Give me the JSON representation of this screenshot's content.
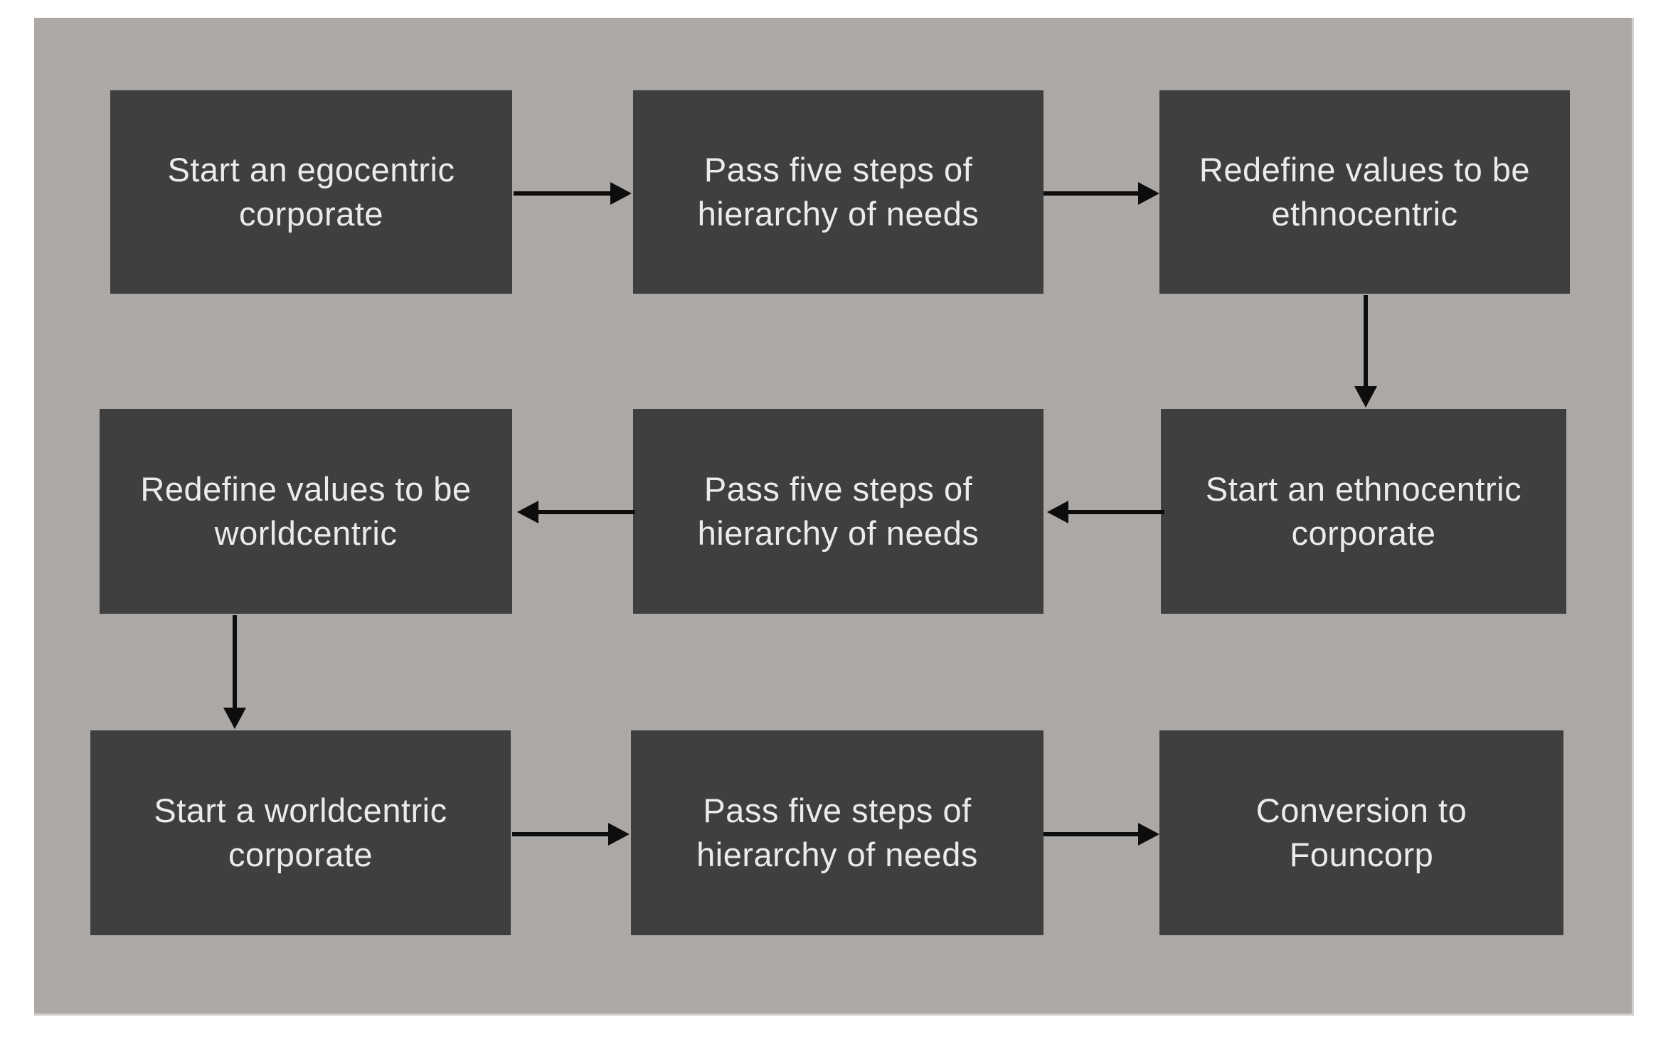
{
  "colors": {
    "page_bg": "#ffffff",
    "canvas_bg": "#aca8a5",
    "node_fill": "#403f3f",
    "node_text": "#edebea",
    "arrow": "#0e0d0d"
  },
  "flowchart": {
    "nodes": [
      {
        "id": "start-egocentric",
        "lines": [
          "Start an egocentric",
          "corporate"
        ]
      },
      {
        "id": "pass-five-steps-1",
        "lines": [
          "Pass five steps of",
          "hierarchy of needs"
        ]
      },
      {
        "id": "redefine-ethnocentric",
        "lines": [
          "Redefine values to be",
          "ethnocentric"
        ]
      },
      {
        "id": "start-ethnocentric",
        "lines": [
          "Start an ethnocentric",
          "corporate"
        ]
      },
      {
        "id": "pass-five-steps-2",
        "lines": [
          "Pass five steps of",
          "hierarchy of needs"
        ]
      },
      {
        "id": "redefine-worldcentric",
        "lines": [
          "Redefine values to be",
          "worldcentric"
        ]
      },
      {
        "id": "start-worldcentric",
        "lines": [
          "Start a worldcentric",
          "corporate"
        ]
      },
      {
        "id": "pass-five-steps-3",
        "lines": [
          "Pass five steps of",
          "hierarchy of needs"
        ]
      },
      {
        "id": "conversion-founcorp",
        "lines": [
          "Conversion to",
          "Founcorp"
        ]
      }
    ],
    "edges": [
      {
        "from": "start-egocentric",
        "to": "pass-five-steps-1",
        "direction": "right"
      },
      {
        "from": "pass-five-steps-1",
        "to": "redefine-ethnocentric",
        "direction": "right"
      },
      {
        "from": "redefine-ethnocentric",
        "to": "start-ethnocentric",
        "direction": "down"
      },
      {
        "from": "start-ethnocentric",
        "to": "pass-five-steps-2",
        "direction": "left"
      },
      {
        "from": "pass-five-steps-2",
        "to": "redefine-worldcentric",
        "direction": "left"
      },
      {
        "from": "redefine-worldcentric",
        "to": "start-worldcentric",
        "direction": "down"
      },
      {
        "from": "start-worldcentric",
        "to": "pass-five-steps-3",
        "direction": "right"
      },
      {
        "from": "pass-five-steps-3",
        "to": "conversion-founcorp",
        "direction": "right"
      }
    ]
  }
}
